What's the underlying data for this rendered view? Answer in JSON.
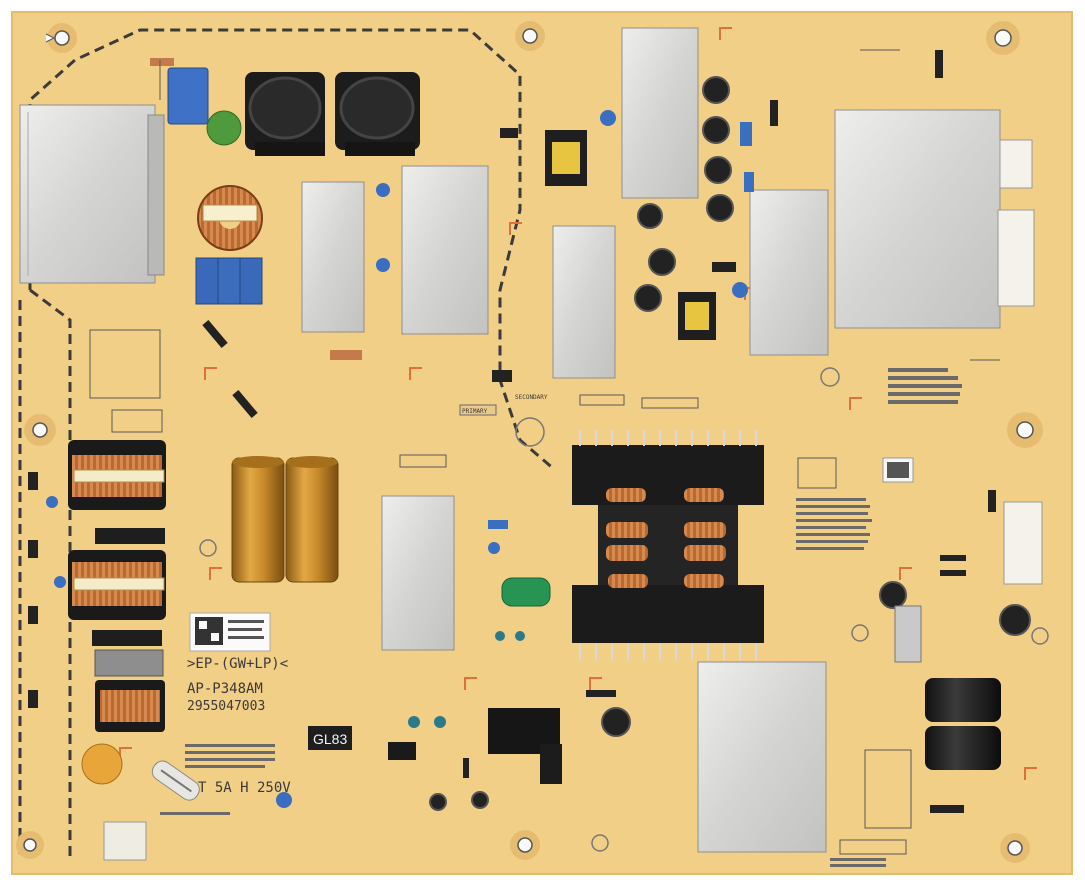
{
  "board": {
    "part_code": ">EP-(GW+LP)<",
    "model": "AP-P348AM",
    "serial": "2955047003",
    "fuse_rating": "T 5A H 250V",
    "badge": "GL83",
    "primary_label": "PRIMARY",
    "secondary_label": "SECONDARY"
  },
  "colors": {
    "pcb": "#f1cf86",
    "silkscreen": "#3c3c3c",
    "heatsink": "#d6d6d4",
    "copper": "#c9753e",
    "capacitor_gold": "#c68a2a",
    "badge_bg": "#1e1e1e"
  }
}
